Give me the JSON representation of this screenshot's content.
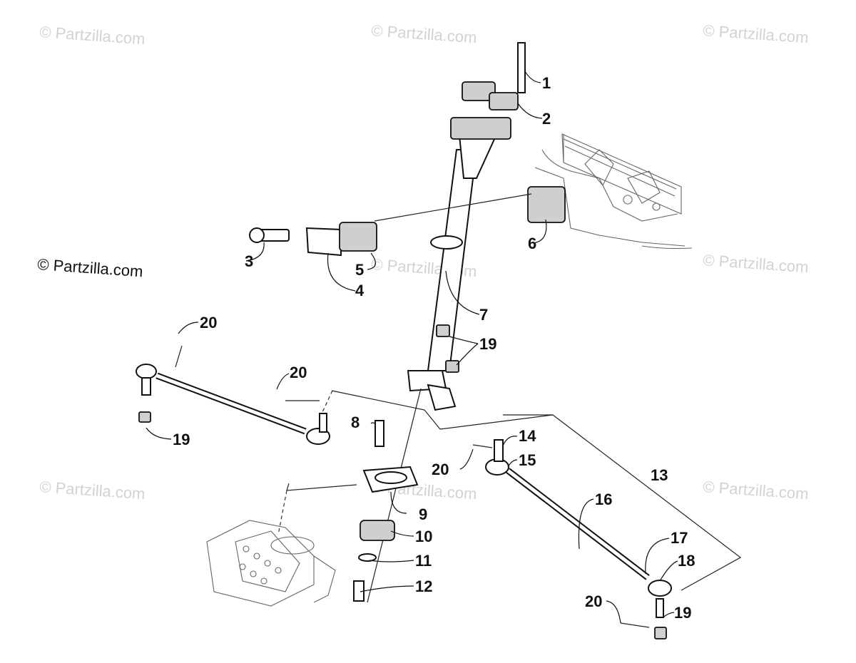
{
  "watermarks": {
    "main": "© Partzilla.com",
    "faint": "© Partzilla.com"
  },
  "callouts": {
    "c1": "1",
    "c2": "2",
    "c3": "3",
    "c4": "4",
    "c5": "5",
    "c6": "6",
    "c7": "7",
    "c8": "8",
    "c9": "9",
    "c10": "10",
    "c11": "11",
    "c12": "12",
    "c13": "13",
    "c14": "14",
    "c15": "15",
    "c16": "16",
    "c17": "17",
    "c18": "18",
    "c19a": "19",
    "c19b": "19",
    "c19c": "19",
    "c20a": "20",
    "c20b": "20",
    "c20c": "20",
    "c20d": "20"
  }
}
